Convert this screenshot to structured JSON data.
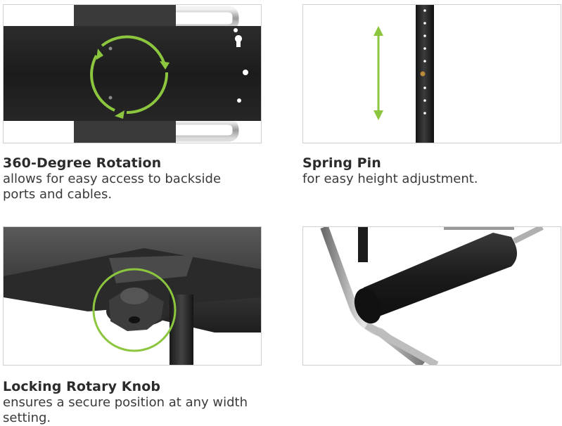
{
  "features": [
    {
      "title": "360-Degree Rotation",
      "description": "allows for easy access to backside ports and cables."
    },
    {
      "title": "Spring Pin",
      "description": "for easy height adjustment."
    },
    {
      "title": "Locking Rotary Knob",
      "description": "ensures a secure position at any width setting."
    }
  ],
  "colors": {
    "accent": "#8cc63f",
    "dark": "#1c1c1c",
    "border": "#cfcfcf"
  }
}
